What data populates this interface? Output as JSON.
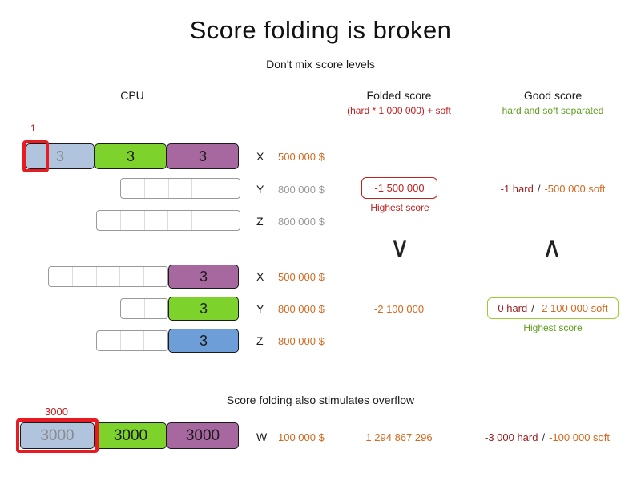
{
  "title": "Score folding is broken",
  "subtitle": "Don't mix score levels",
  "overflow_subtitle": "Score folding also stimulates overflow",
  "sep": "/",
  "headers": {
    "cpu": "CPU",
    "folded": "Folded score",
    "folded_sub": "(hard * 1 000 000) + soft",
    "good": "Good score",
    "good_sub": "hard and soft separated"
  },
  "comparison": {
    "folded": "∨",
    "good": "∧"
  },
  "group1": {
    "highlight_label": "1",
    "rows": {
      "x": {
        "label": "X",
        "cost": "500 000 $",
        "segments": {
          "blue": "3",
          "green": "3",
          "purple": "3"
        }
      },
      "y": {
        "label": "Y",
        "cost": "800 000 $"
      },
      "z": {
        "label": "Z",
        "cost": "800 000 $"
      }
    },
    "folded_score": "-1 500 000",
    "folded_caption": "Highest score",
    "good_hard": "-1 hard",
    "good_soft": "-500 000 soft"
  },
  "group2": {
    "rows": {
      "x": {
        "label": "X",
        "cost": "500 000 $",
        "segment": "3"
      },
      "y": {
        "label": "Y",
        "cost": "800 000 $",
        "segment": "3"
      },
      "z": {
        "label": "Z",
        "cost": "800 000 $",
        "segment": "3"
      }
    },
    "folded_score": "-2 100 000",
    "good_hard": "0 hard",
    "good_soft": "-2 100 000 soft",
    "good_caption": "Highest score"
  },
  "group3": {
    "highlight_label": "3000",
    "row": {
      "label": "W",
      "cost": "100 000 $",
      "segments": {
        "blue": "3000",
        "green": "3000",
        "purple": "3000"
      }
    },
    "folded_score": "1 294 867 296",
    "good_hard": "-3 000 hard",
    "good_soft": "-100 000 soft"
  },
  "colors": {
    "cost_orange": "#d2691e",
    "folded_red": "#c02020",
    "hard_dark_red": "#9b1c1c",
    "good_green": "#5f9e1f",
    "highlight_red": "#e81b23",
    "bar_light_blue": "#b0c4de",
    "bar_green": "#7dd32c",
    "bar_purple": "#a768a0",
    "bar_steel_blue": "#6d9ed8",
    "muted_gray": "#999999"
  }
}
